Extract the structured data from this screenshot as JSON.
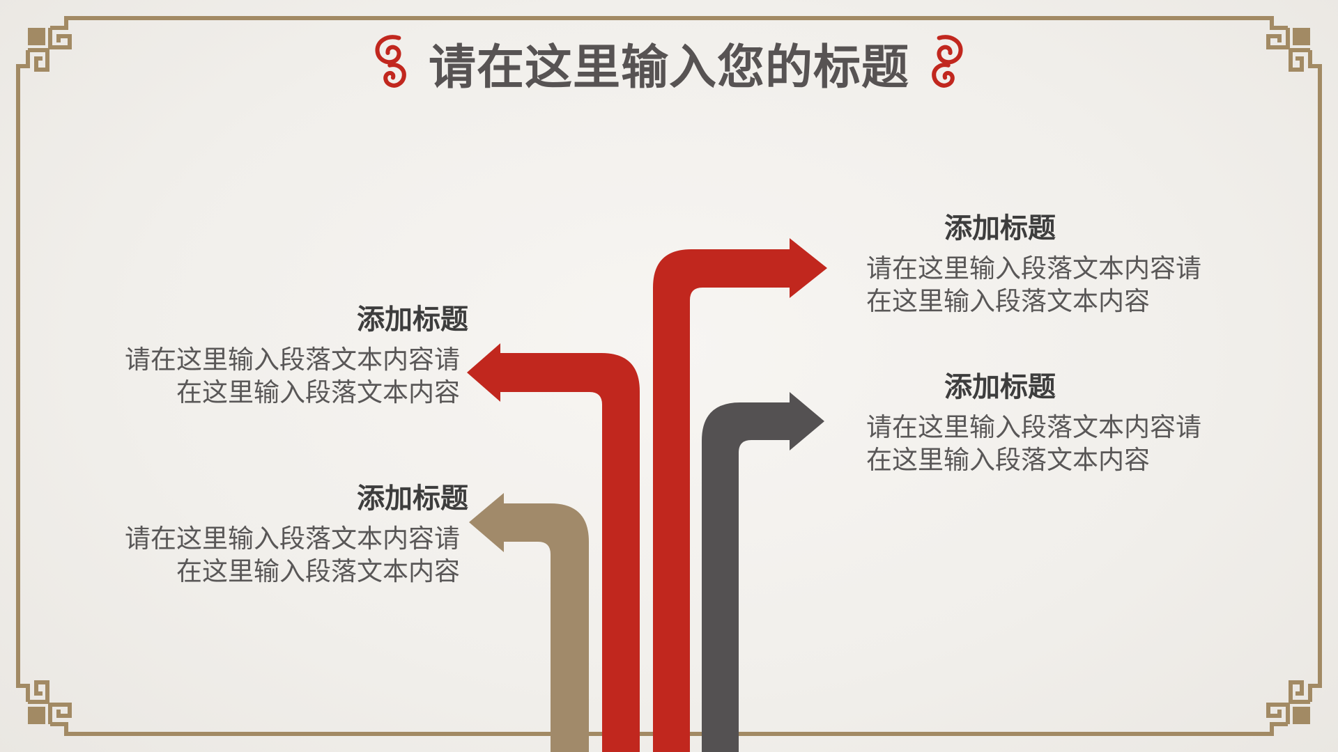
{
  "slide": {
    "title": "请在这里输入您的标题",
    "blocks": [
      {
        "heading": "添加标题",
        "lines": [
          "请在这里输入段落文本内容请",
          "在这里输入段落文本内容"
        ]
      },
      {
        "heading": "添加标题",
        "lines": [
          "请在这里输入段落文本内容请",
          "在这里输入段落文本内容"
        ]
      },
      {
        "heading": "添加标题",
        "lines": [
          "请在这里输入段落文本内容请",
          "在这里输入段落文本内容"
        ]
      },
      {
        "heading": "添加标题",
        "lines": [
          "请在这里输入段落文本内容请",
          "在这里输入段落文本内容"
        ]
      }
    ],
    "colors": {
      "red": "#c1271e",
      "tan": "#a18a6a",
      "dark": "#545152",
      "border": "#a28a64",
      "heading": "#3d3d3d",
      "body": "#595757",
      "title": "#575353"
    }
  }
}
